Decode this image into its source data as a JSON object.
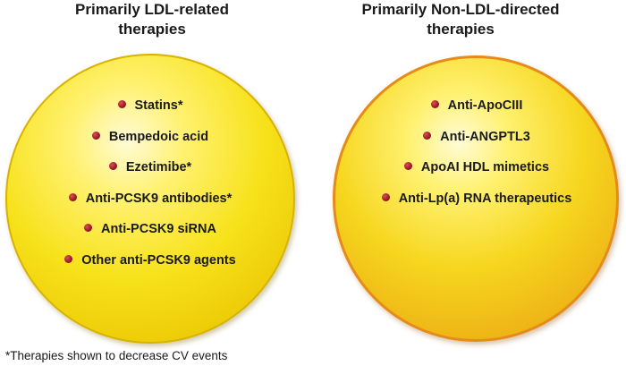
{
  "left_group": {
    "heading_line1": "Primarily LDL-related",
    "heading_line2": "therapies",
    "items": [
      "Statins*",
      "Bempedoic acid",
      "Ezetimibe*",
      "Anti-PCSK9 antibodies*",
      "Anti-PCSK9 siRNA",
      "Other anti-PCSK9 agents"
    ]
  },
  "right_group": {
    "heading_line1": "Primarily Non-LDL-directed",
    "heading_line2": "therapies",
    "items": [
      "Anti-ApoCIII",
      "Anti-ANGPTL3",
      "ApoAI HDL mimetics",
      "Anti-Lp(a) RNA therapeutics"
    ]
  },
  "footnote": "*Therapies shown to decrease CV events",
  "colors": {
    "left_circle_fill": "#f7e21c",
    "left_circle_border": "#d9b100",
    "right_circle_fill": "#f6d61e",
    "right_circle_border": "#e58b1a",
    "bullet": "#a01a26"
  }
}
